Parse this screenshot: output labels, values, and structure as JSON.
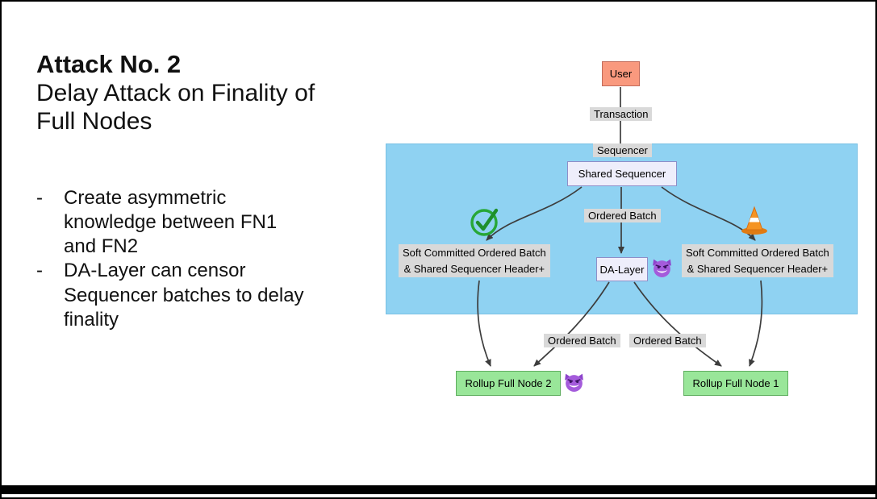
{
  "slide": {
    "title": "Attack No. 2",
    "subtitle": "Delay Attack on Finality of Full Nodes",
    "bullet_marker": "-",
    "bullets": [
      "Create asymmetric knowledge between FN1 and FN2",
      "DA-Layer can censor Sequencer batches to delay finality"
    ]
  },
  "diagram": {
    "user_label": "User",
    "transaction_label": "Transaction",
    "sequencer_label": "Sequencer",
    "shared_sequencer_label": "Shared Sequencer",
    "ordered_batch_top_label": "Ordered Batch",
    "da_layer_label": "DA-Layer",
    "left_batch_line1": "Soft Committed Ordered Batch",
    "left_batch_line2": "& Shared Sequencer Header+",
    "right_batch_line1": "Soft Committed Ordered Batch",
    "right_batch_line2": "& Shared Sequencer Header+",
    "ordered_batch_left_label": "Ordered Batch",
    "ordered_batch_right_label": "Ordered Batch",
    "rollup_full_node_2_label": "Rollup Full Node 2",
    "rollup_full_node_1_label": "Rollup Full Node 1",
    "icons": {
      "on_left_branch": "green-check-icon",
      "on_right_branch": "traffic-cone-icon",
      "beside_da_layer": "devil-icon",
      "beside_full_node_2": "devil-icon"
    },
    "colors": {
      "user_fill": "#F9997E",
      "user_border": "#C26B5A",
      "container_fill": "#8FD2F2",
      "container_border": "#79C0E4",
      "box_fill": "#EEEEFB",
      "box_border": "#8E8EC8",
      "label_bg": "#D9D9D9",
      "green_fill": "#99E699",
      "green_border": "#5FAE5F",
      "arrow": "#3D3D3D",
      "check_green": "#27A737",
      "check_stroke": "#1E8F2C",
      "cone_orange": "#F59322",
      "devil_purple": "#A45BDB"
    }
  }
}
